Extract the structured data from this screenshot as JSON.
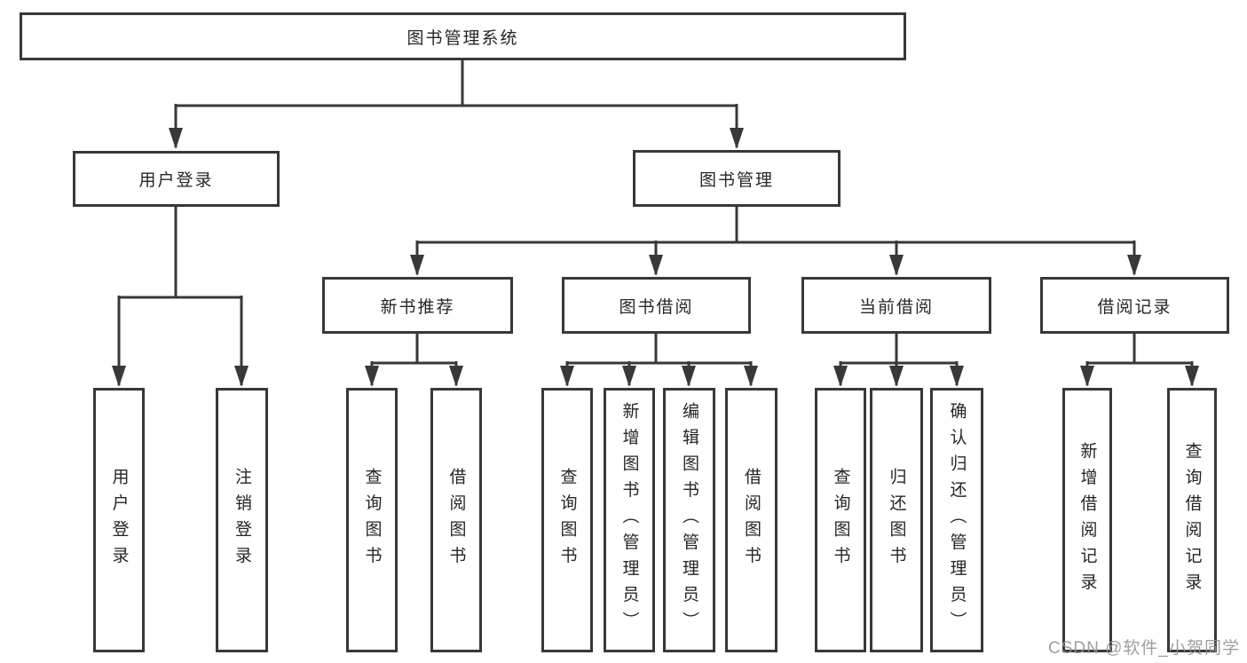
{
  "diagram_type": "hierarchy-functional-structure",
  "colors": {
    "background": "#ffffff",
    "line": "#383838",
    "box_border": "#383838",
    "box_fill": "#ffffff",
    "text": "#262626",
    "watermark": "#949494"
  },
  "tree": {
    "label": "图书管理系统",
    "children": [
      {
        "label": "用户登录",
        "children": [
          {
            "label": "用户登录"
          },
          {
            "label": "注销登录"
          }
        ]
      },
      {
        "label": "图书管理",
        "children": [
          {
            "label": "新书推荐",
            "children": [
              {
                "label": "查询图书"
              },
              {
                "label": "借阅图书"
              }
            ]
          },
          {
            "label": "图书借阅",
            "children": [
              {
                "label": "查询图书"
              },
              {
                "label": "新增图书（管理员）"
              },
              {
                "label": "编辑图书（管理员）"
              },
              {
                "label": "借阅图书"
              }
            ]
          },
          {
            "label": "当前借阅",
            "children": [
              {
                "label": "查询图书"
              },
              {
                "label": "归还图书"
              },
              {
                "label": "确认归还（管理员）"
              }
            ]
          },
          {
            "label": "借阅记录",
            "children": [
              {
                "label": "新增借阅记录"
              },
              {
                "label": "查询借阅记录"
              }
            ]
          }
        ]
      }
    ]
  },
  "watermark": {
    "text": "CSDN @软件_小贺同学"
  }
}
